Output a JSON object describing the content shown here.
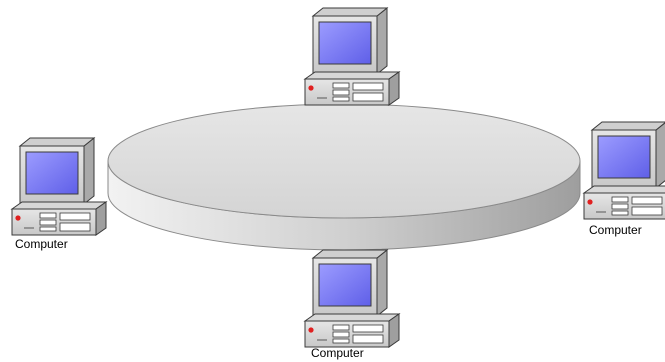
{
  "diagram": {
    "type": "ring-network",
    "ring": {
      "fill_top": "#dedede",
      "fill_side": "#bdbdbd"
    },
    "computers": [
      {
        "id": "top",
        "label": ""
      },
      {
        "id": "left",
        "label": "Computer"
      },
      {
        "id": "right",
        "label": "Computer"
      },
      {
        "id": "bottom",
        "label": "Computer"
      }
    ]
  },
  "colors": {
    "case": "#d9d9d9",
    "screen": "#7b7bff",
    "outline": "#3a3a3a",
    "led": "#e02020"
  }
}
